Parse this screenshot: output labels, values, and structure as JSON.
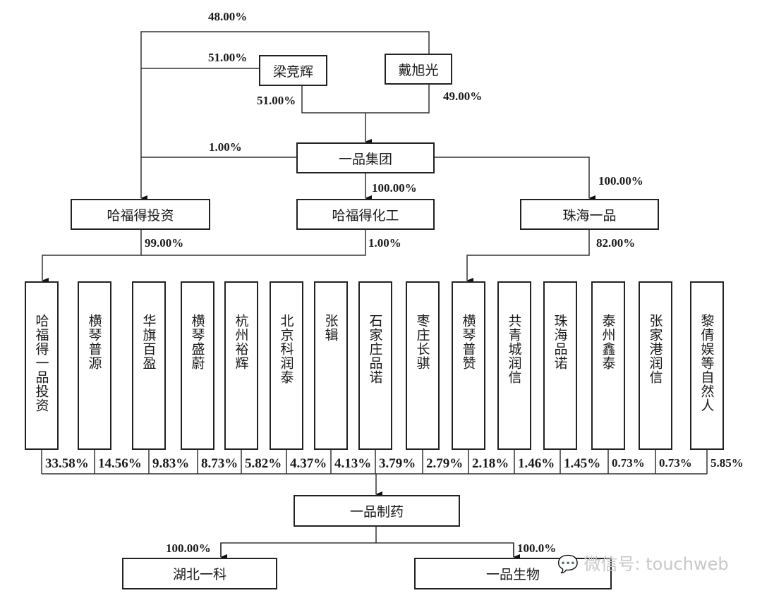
{
  "persons": {
    "liang": "梁竞辉",
    "dai": "戴旭光"
  },
  "entities": {
    "group": "一品集团",
    "hfd_invest": "哈福得投资",
    "hfd_chem": "哈福得化工",
    "zh_yipin": "珠海一品",
    "pharma": "一品制药",
    "hubei": "湖北一科",
    "bio": "一品生物"
  },
  "edges": {
    "dai_to_hfd_invest": "48.00%",
    "liang_to_hfd_invest": "51.00%",
    "liang_to_group": "51.00%",
    "dai_to_group": "49.00%",
    "group_to_hfd_invest": "1.00%",
    "group_to_hfd_chem": "100.00%",
    "group_to_zh_yipin": "100.00%",
    "hfd_invest_to_sub": "99.00%",
    "hfd_chem_to_sub": "1.00%",
    "zh_yipin_to_sub": "82.00%",
    "pharma_to_hubei": "100.00%",
    "pharma_to_bio": "100.0%"
  },
  "shareholders": [
    {
      "name": "哈福得一品投资",
      "pct": "33.58%"
    },
    {
      "name": "横琴普源",
      "pct": "14.56%"
    },
    {
      "name": "华旗百盈",
      "pct": "9.83%"
    },
    {
      "name": "横琴盛蔚",
      "pct": "8.73%"
    },
    {
      "name": "杭州裕辉",
      "pct": "5.82%"
    },
    {
      "name": "北京科润泰",
      "pct": "4.37%"
    },
    {
      "name": "张辑",
      "pct": "4.13%"
    },
    {
      "name": "石家庄品诺",
      "pct": "3.79%"
    },
    {
      "name": "枣庄长骐",
      "pct": "2.79%"
    },
    {
      "name": "横琴普赞",
      "pct": "2.18%"
    },
    {
      "name": "共青城润信",
      "pct": "1.46%"
    },
    {
      "name": "珠海品诺",
      "pct": "1.45%"
    },
    {
      "name": "泰州鑫泰",
      "pct": "0.73%"
    },
    {
      "name": "张家港润信",
      "pct": "0.73%"
    },
    {
      "name": "黎倩娱等自然人",
      "pct": "5.85%"
    }
  ],
  "watermark": "微信号: touchweb"
}
